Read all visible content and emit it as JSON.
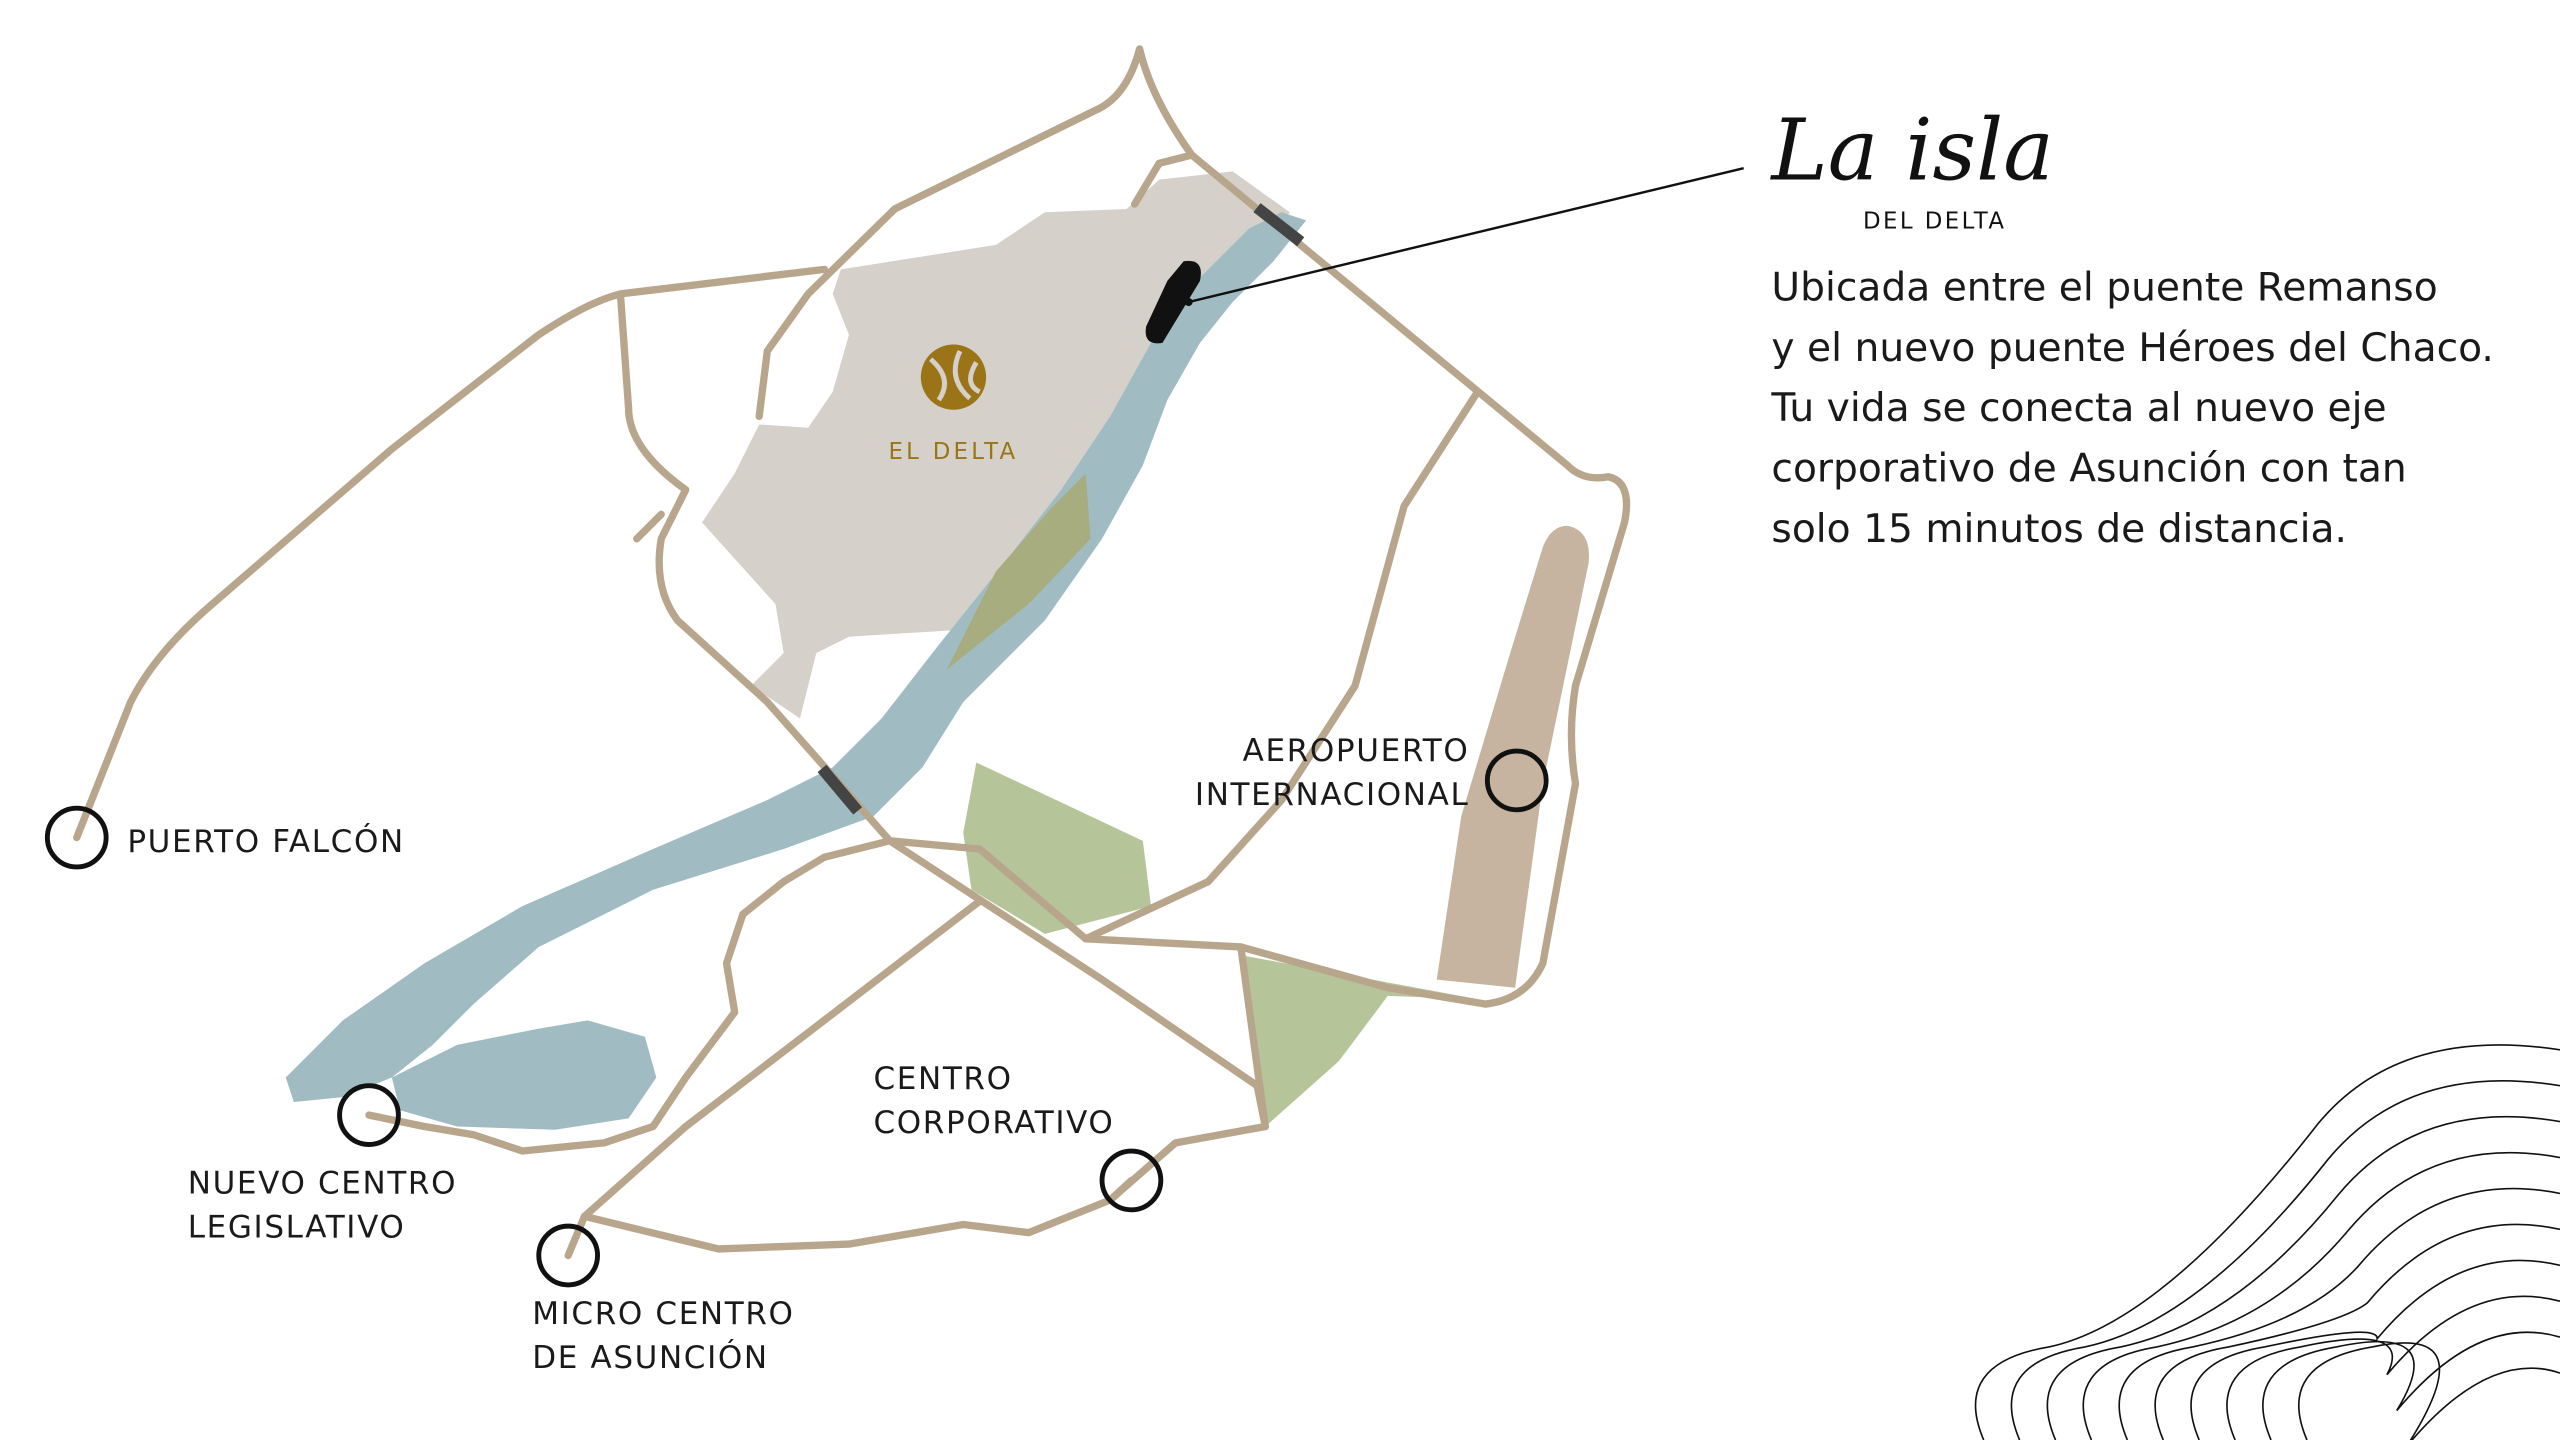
{
  "brand": {
    "script_title": "La isla",
    "subtitle": "DEL DELTA"
  },
  "description": [
    "Ubicada entre el puente Remanso",
    "y el nuevo puente Héroes del Chaco.",
    "Tu vida se conecta al nuevo eje",
    "corporativo de Asunción con tan",
    "solo 15 minutos de distancia."
  ],
  "map": {
    "development_logo": "EL DELTA",
    "locations": [
      {
        "id": "puerto-falcon",
        "lines": [
          "PUERTO FALCÓN"
        ]
      },
      {
        "id": "aeropuerto",
        "lines": [
          "AEROPUERTO",
          "INTERNACIONAL"
        ]
      },
      {
        "id": "centro-corporativo",
        "lines": [
          "CENTRO",
          "CORPORATIVO"
        ]
      },
      {
        "id": "nuevo-centro-legislativo",
        "lines": [
          "NUEVO CENTRO",
          "LEGISLATIVO"
        ]
      },
      {
        "id": "micro-centro",
        "lines": [
          "MICRO CENTRO",
          "DE ASUNCIÓN"
        ]
      }
    ]
  },
  "colors": {
    "road": "#b8a68c",
    "river": "#a0bcc2",
    "land": "#d5d1ca",
    "park": "#b6c49a",
    "airport": "#c6b4a0",
    "gold": "#9a7417"
  }
}
